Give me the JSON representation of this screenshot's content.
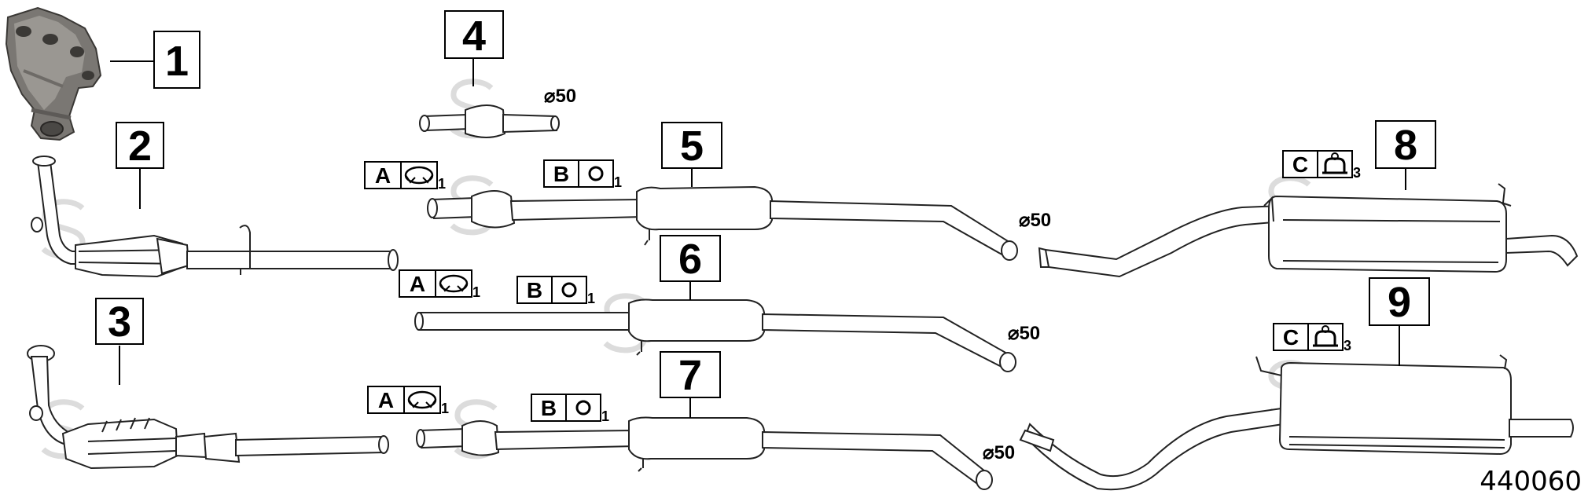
{
  "catalog_number": "440060",
  "parts": [
    {
      "number": "1"
    },
    {
      "number": "2"
    },
    {
      "number": "3"
    },
    {
      "number": "4"
    },
    {
      "number": "5"
    },
    {
      "number": "6"
    },
    {
      "number": "7"
    },
    {
      "number": "8"
    },
    {
      "number": "9"
    }
  ],
  "fittings": {
    "a_letter": "A",
    "a_qty": "1",
    "b_letter": "B",
    "b_qty": "1",
    "c_letter": "C",
    "c_qty": "3"
  },
  "diameter_label": "⌀50"
}
